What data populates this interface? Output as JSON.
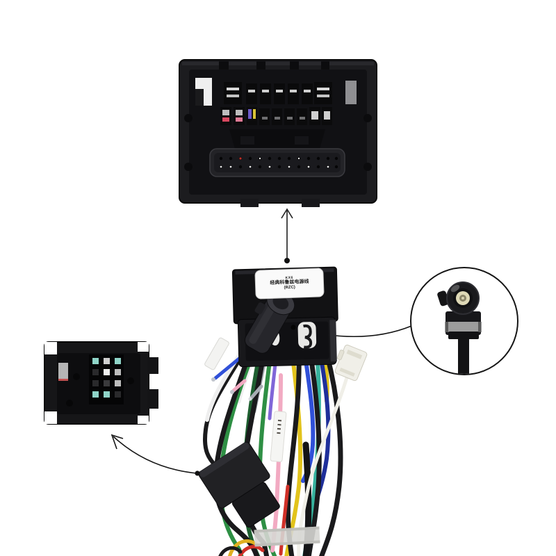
{
  "meta": {
    "description": "Product photo of a KX6 car stereo power wiring harness adapter (RZC) for classic Chevrolet Cruze: quadlock head-unit connector on top, adapter box with label and Fakra antenna plug in the middle, vehicle-side connector at left, magnified Fakra connector detail in a circle at right, and a multicolor wire loom below.",
    "background_color": "#ffffff"
  },
  "label": {
    "line1": "KX6",
    "line2": "经典科鲁兹电源线",
    "line3": "(RZC)"
  },
  "parts": {
    "top_connector": "quadlock head-unit connector (rear view)",
    "adapter_box": "harness adapter body with product label",
    "fakra_plug": "Fakra antenna plug on adapter",
    "detail_circle": "magnified Fakra antenna connector",
    "left_connector": "vehicle-side plug connector",
    "iso_block": "black power connector block",
    "jst_connector": "white 2-pin connector",
    "wire_loom": "multicolor wiring loom",
    "up_arrow": "callout arrow to top connector",
    "left_arrow": "callout arrow to left connector",
    "pointer_line": "callout line to Fakra detail circle"
  },
  "colors": {
    "connector_black": "#1c1c1f",
    "recess_black": "#101013",
    "metal_silver": "#d6d6d6",
    "label_white": "#fafafa",
    "fakra_cream": "#ded8b6",
    "band_gray": "#9c9c9c",
    "callout_black": "#1a1a1a"
  },
  "wire_colors": [
    "black",
    "white",
    "green",
    "dark-green",
    "teal",
    "blue",
    "navy",
    "yellow",
    "pink",
    "purple",
    "gray",
    "red"
  ]
}
